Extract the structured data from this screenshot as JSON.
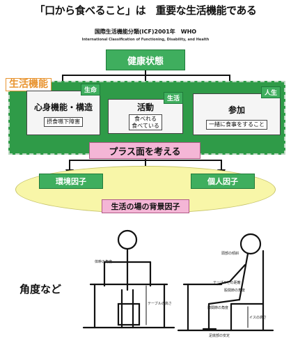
{
  "header": {
    "title": "「口から食べること」は　重要な生活機能である",
    "subtitle_ja": "国際生活機能分類(ICF)2001年　WHO",
    "subtitle_en": "International Classification of Functioning, Disability, and Health"
  },
  "diagram": {
    "health": "健康状態",
    "function_label": "生活機能",
    "boxes": [
      {
        "tag": "生命",
        "title": "心身機能・構造",
        "inner": "摂食嚥下障害"
      },
      {
        "tag": "生活",
        "title": "活動",
        "inner": "食べれる\n食べている"
      },
      {
        "tag": "人生",
        "title": "参加",
        "inner": "一緒に食事をすること"
      }
    ],
    "plus_side": "プラス面を考える",
    "environment": "環境因子",
    "personal": "個人因子",
    "background": "生活の場の背景因子"
  },
  "left_text": "角度など",
  "illustration": {
    "labels": {
      "a": "体幹の角度",
      "b": "テーブルの高さ",
      "c": "頭部の傾斜",
      "d": "テーブルとの距離",
      "e": "股関節の角度",
      "f": "膝関節の角度",
      "g": "イスの高さ",
      "h": "足底部の安定"
    }
  },
  "colors": {
    "green": "#3fae5e",
    "dark_green": "#2f9b48",
    "orange": "#e89430",
    "pink": "#f4b6d6",
    "yellow": "#f8f6a8"
  }
}
